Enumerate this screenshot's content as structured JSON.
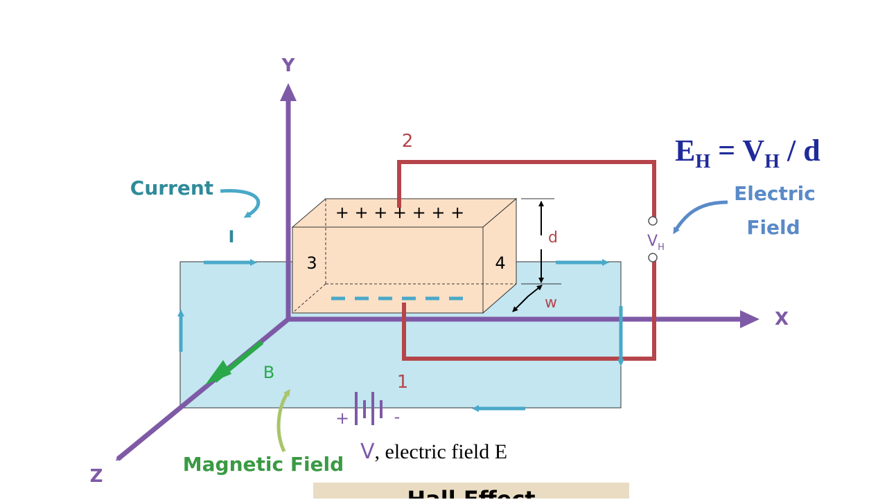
{
  "labels": {
    "axis_y": "Y",
    "axis_x": "X",
    "axis_z": "Z",
    "current": "Current",
    "current_symbol": "I",
    "electric_field_line1": "Electric",
    "electric_field_line2": "Field",
    "vh_main": "V",
    "vh_sub": "H",
    "d": "d",
    "w": "w",
    "node_1": "1",
    "node_2": "2",
    "node_3": "3",
    "node_4": "4",
    "b": "B",
    "magnetic_field": "Magnetic Field",
    "battery_plus": "+",
    "battery_minus": "-",
    "source_v": "V",
    "source_rest": ", electric field E",
    "plus_charges": "+ + + + + + +",
    "title_partial": "Hall Effect"
  },
  "formula": {
    "e": "E",
    "e_sub": "H",
    "eq": " = ",
    "v": "V",
    "v_sub": "H",
    "rest": " / d"
  },
  "colors": {
    "axis": "#7e5aa6",
    "red_circuit": "#b5454a",
    "cyan_arrow": "#4aa8c8",
    "teal_text": "#2f8a9a",
    "slab_fill": "#c3e6f0",
    "block_fill": "#fbe0c6",
    "blue_formula": "#1f2b9a",
    "green_b": "#2aa84a",
    "magnetic_green": "#3a9a44",
    "olive_arrow": "#a9c46a",
    "electric_blue": "#5a8ac8",
    "title_bg": "#e9dcc2"
  }
}
